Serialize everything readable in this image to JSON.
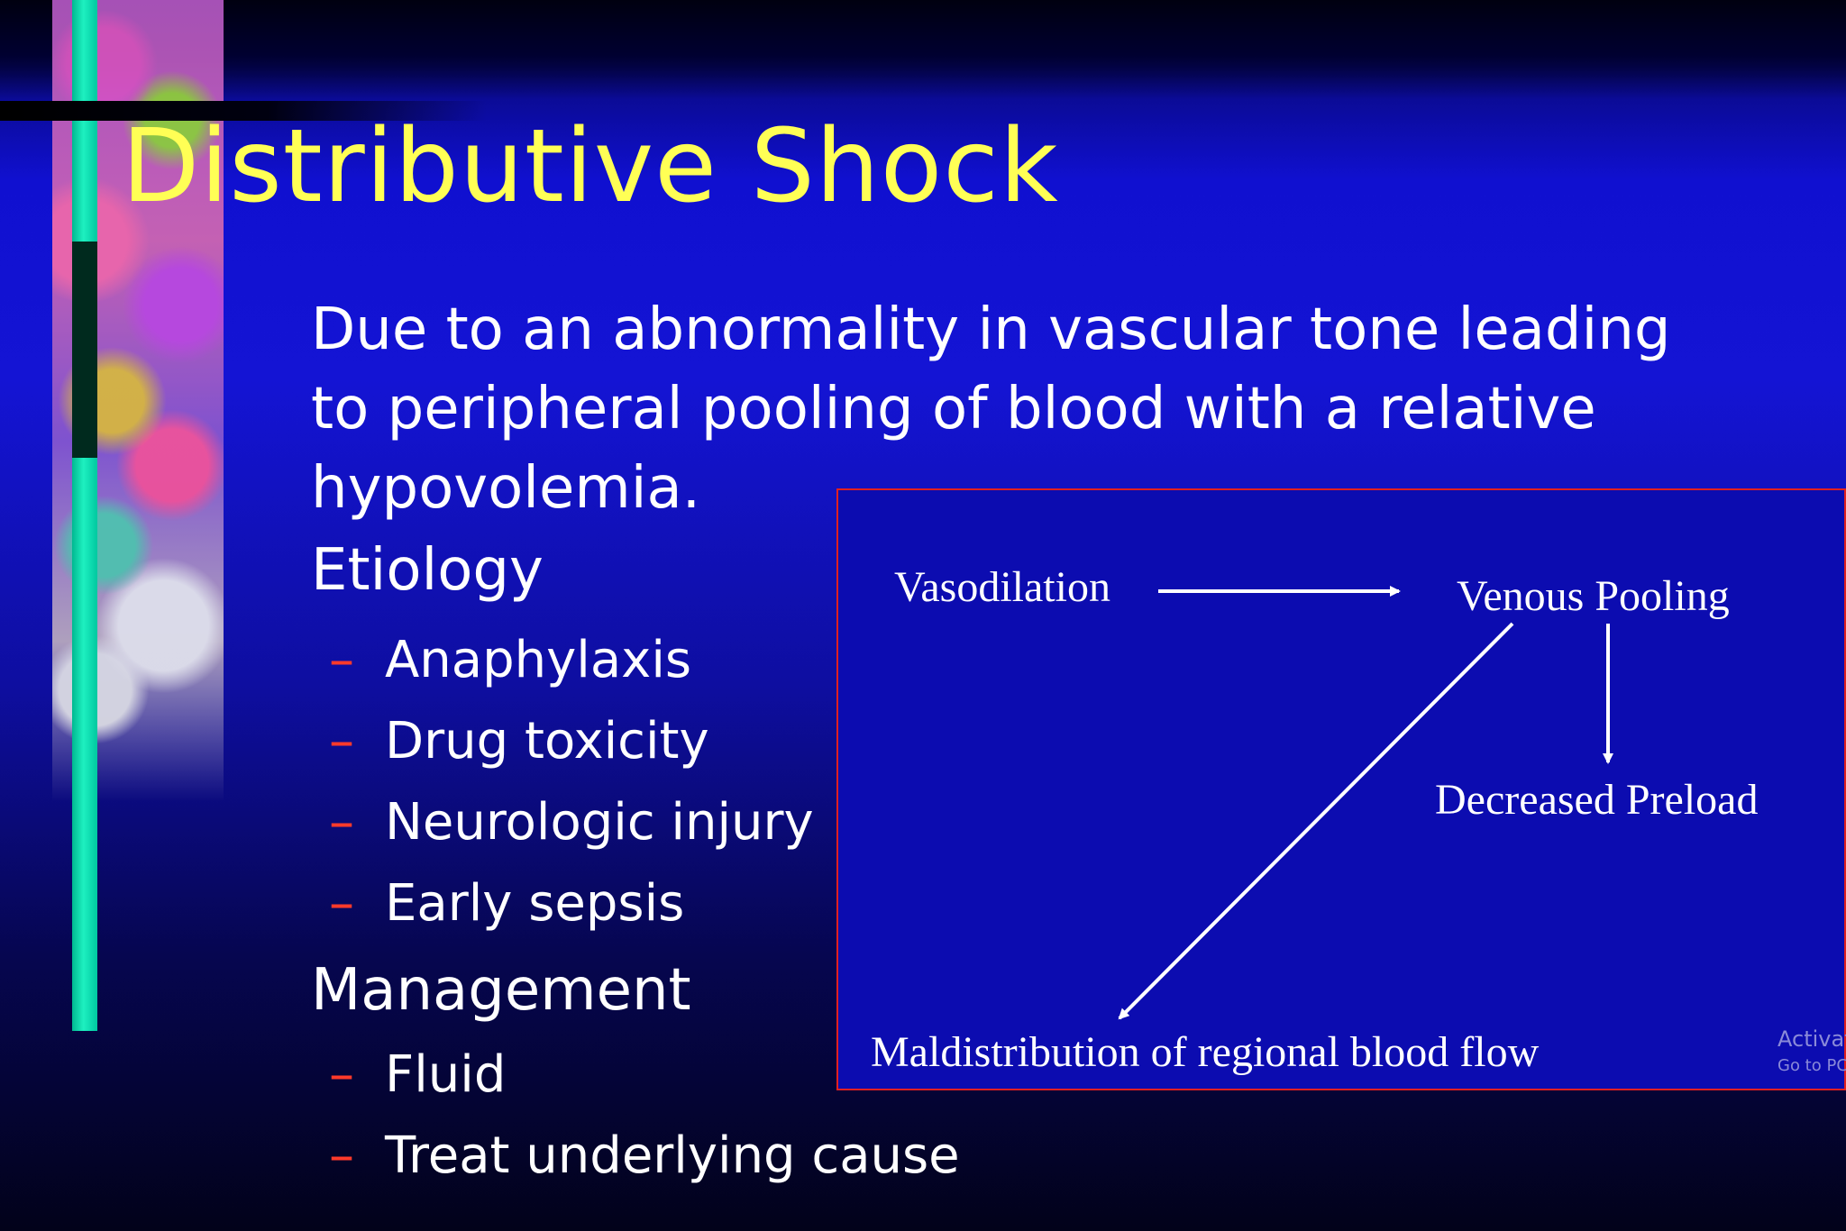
{
  "slide": {
    "title": "Distributive Shock",
    "description": [
      "Due to an abnormality in vascular tone leading",
      "to peripheral pooling of blood with a relative",
      "hypovolemia."
    ],
    "etiology": {
      "heading": "Etiology",
      "items": [
        "Anaphylaxis",
        "Drug toxicity",
        "Neurologic injury",
        "Early sepsis"
      ]
    },
    "management": {
      "heading": "Management",
      "items": [
        "Fluid",
        "Treat underlying cause"
      ]
    },
    "bullet_marker": "–"
  },
  "diagram": {
    "nodes": {
      "vasodilation": "Vasodilation",
      "venous_pooling": "Venous Pooling",
      "decreased_preload": "Decreased Preload",
      "maldistribution": "Maldistribution of regional blood flow"
    },
    "edges": [
      {
        "from": "Vasodilation",
        "to": "Venous Pooling"
      },
      {
        "from": "Venous Pooling",
        "to": "Decreased Preload"
      },
      {
        "from": "Venous Pooling",
        "to": "Maldistribution of regional blood flow"
      }
    ]
  },
  "watermark": {
    "line1": "Activat",
    "line2": "Go to PC"
  },
  "colors": {
    "title": "#ffff55",
    "bullet_dash": "#ff3a2a",
    "diagram_border": "#e02020",
    "accent_bar": "#1ef0c0"
  }
}
